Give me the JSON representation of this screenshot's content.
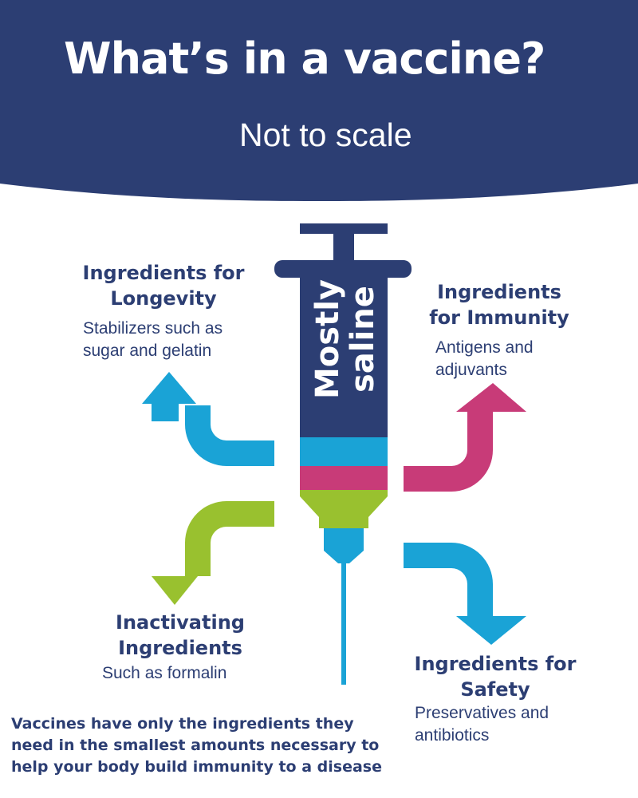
{
  "header": {
    "title": "What’s in a vaccine?",
    "subtitle": "Not to scale"
  },
  "syringe": {
    "label_line1": "Mostly",
    "label_line2": "saline"
  },
  "categories": [
    {
      "id": "longevity",
      "title_lines": [
        "Ingredients for",
        "Longevity"
      ],
      "desc_lines": [
        "Stabilizers such as",
        "sugar and gelatin"
      ],
      "color": "#1aa3d6"
    },
    {
      "id": "immunity",
      "title_lines": [
        "Ingredients",
        "for Immunity"
      ],
      "desc_lines": [
        "Antigens and",
        "adjuvants"
      ],
      "color": "#c83b78"
    },
    {
      "id": "inactivating",
      "title_lines": [
        "Inactivating",
        "Ingredients"
      ],
      "desc_lines": [
        "Such as formalin"
      ],
      "color": "#99c12f"
    },
    {
      "id": "safety",
      "title_lines": [
        "Ingredients for",
        "Safety"
      ],
      "desc_lines": [
        "Preservatives and",
        "antibiotics"
      ],
      "color": "#1aa3d6"
    }
  ],
  "footer": {
    "lines": [
      "Vaccines have only the ingredients they",
      "need in the smallest amounts necessary to",
      "help your body build immunity to a disease"
    ]
  },
  "colors": {
    "navy": "#2c3e73",
    "blue": "#1aa3d6",
    "magenta": "#c83b78",
    "green": "#99c12f",
    "text": "#2c3e73"
  }
}
